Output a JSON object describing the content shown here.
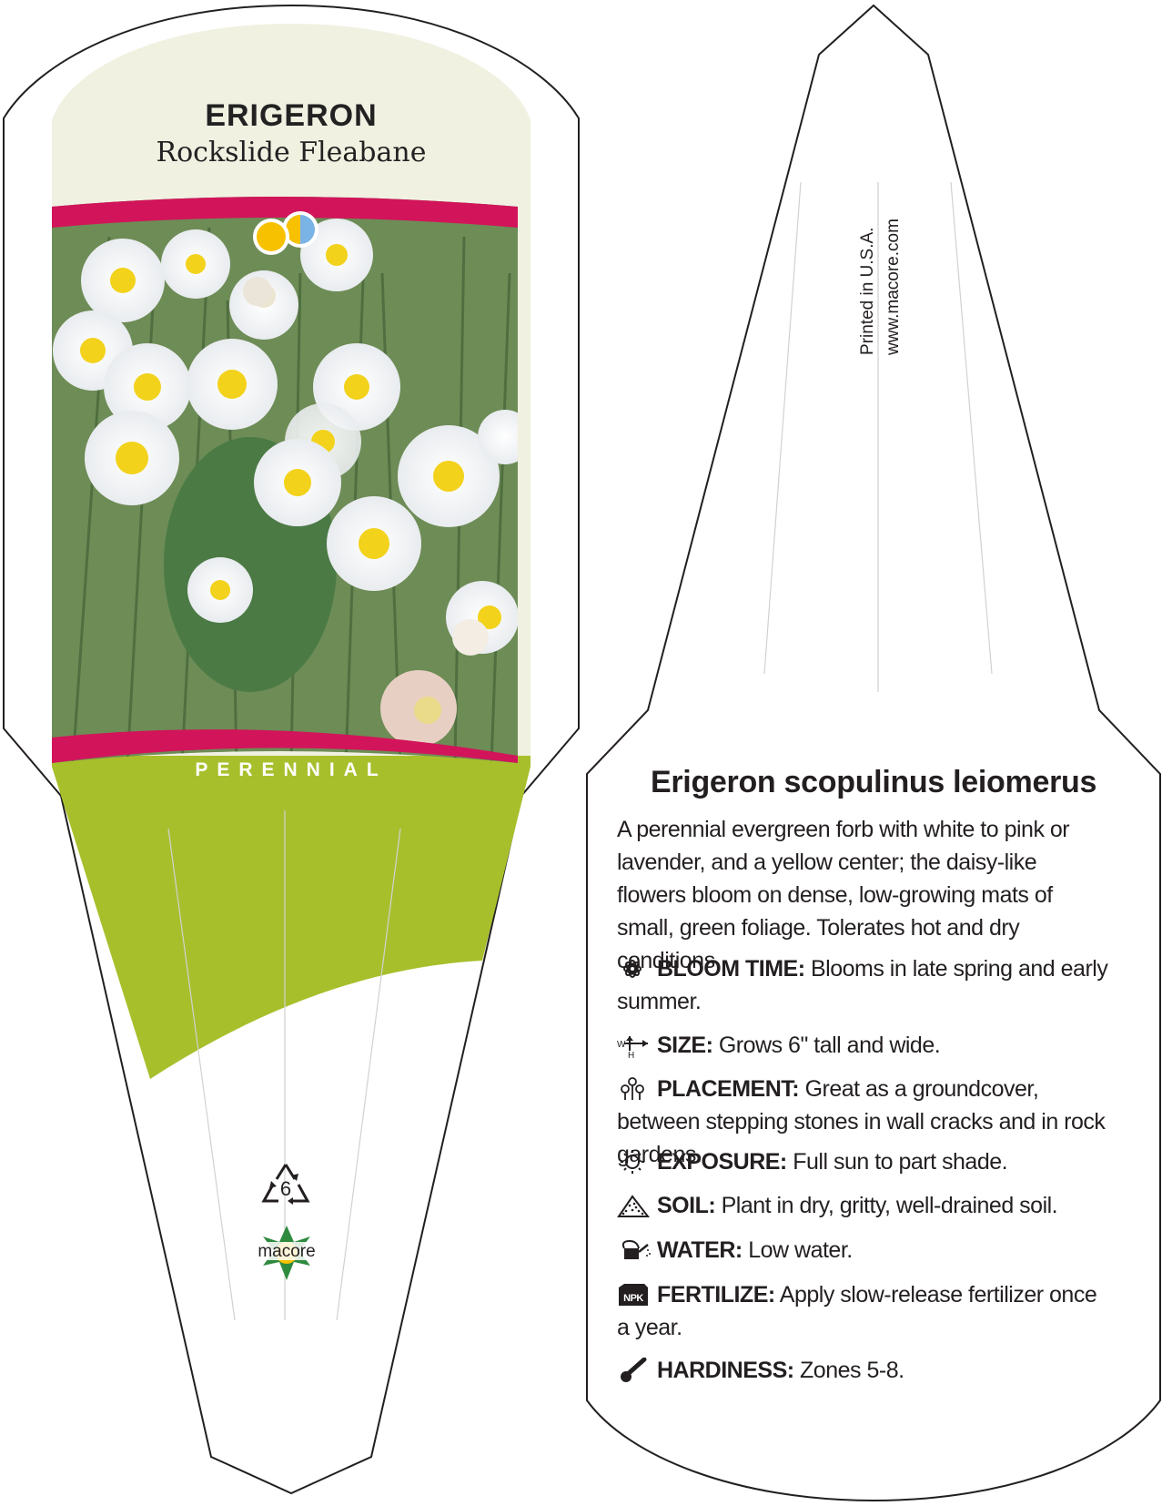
{
  "front": {
    "genus": "ERIGERON",
    "common_name": "Rockslide Fleabane",
    "category": "PERENNIAL",
    "recycle_number": "6",
    "brand": "macore"
  },
  "back": {
    "printed_in": "Printed in U.S.A.",
    "website": "www.macore.com",
    "scientific_name": "Erigeron scopulinus leiomerus",
    "description": "A perennial evergreen forb with white to pink or lavender, and a yellow center; the daisy-like flowers bloom on dense, low-growing mats of small, green foliage. Tolerates hot and dry conditions.",
    "attributes": [
      {
        "icon": "flower-icon",
        "label": "BLOOM TIME:",
        "text": "Blooms in late spring and early summer."
      },
      {
        "icon": "size-icon",
        "label": "SIZE:",
        "text": "Grows 6\" tall and wide."
      },
      {
        "icon": "placement-icon",
        "label": "PLACEMENT:",
        "text": "Great as a groundcover, between stepping stones in wall cracks and in rock gardens."
      },
      {
        "icon": "sun-icon",
        "label": "EXPOSURE:",
        "text": "Full sun to part shade."
      },
      {
        "icon": "soil-icon",
        "label": "SOIL:",
        "text": "Plant in dry, gritty, well-drained soil."
      },
      {
        "icon": "watering-can-icon",
        "label": "WATER:",
        "text": "Low water."
      },
      {
        "icon": "npk-icon",
        "label": "FERTILIZE:",
        "text": "Apply slow-release fertilizer once a year."
      },
      {
        "icon": "thermometer-icon",
        "label": "HARDINESS:",
        "text": "Zones 5-8."
      }
    ],
    "size_icon_letters": [
      "W",
      "H"
    ],
    "npk_text": "NPK"
  },
  "colors": {
    "accent_magenta": "#d2145a",
    "leaf_green": "#a8bf2c",
    "cream": "#f1f1e2",
    "sun_yellow": "#f7c100",
    "sky_blue": "#7ab3e6"
  }
}
